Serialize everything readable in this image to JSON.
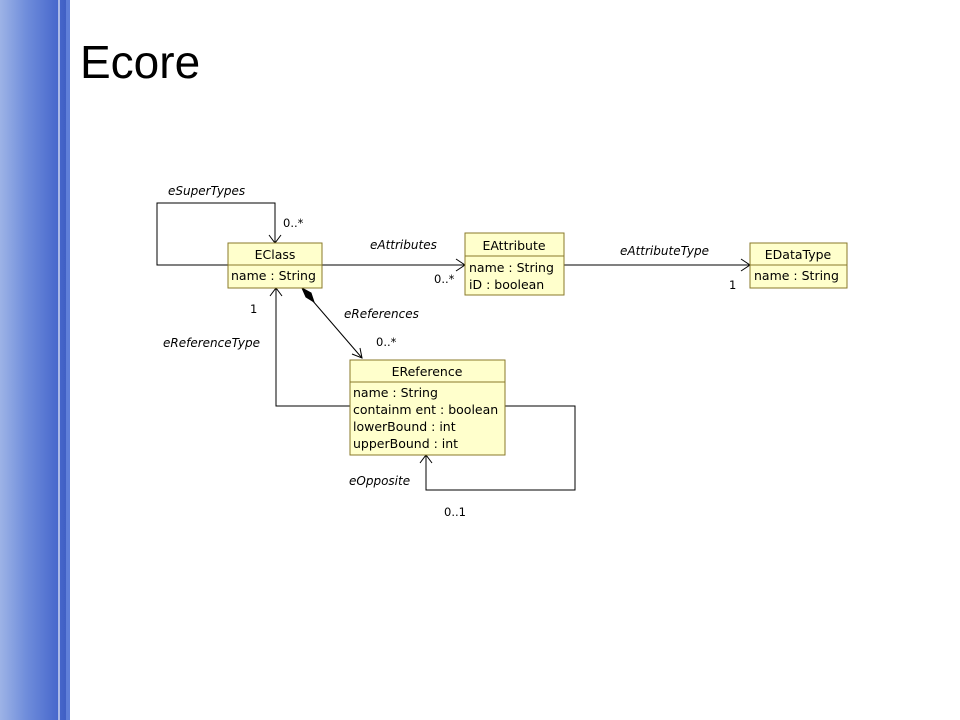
{
  "slide": {
    "title": "Ecore"
  },
  "classes": {
    "eclass": {
      "name": "EClass",
      "attributes": [
        "name : String"
      ]
    },
    "eattribute": {
      "name": "EAttribute",
      "attributes": [
        "name : String",
        "iD : boolean"
      ]
    },
    "edatatype": {
      "name": "EDataType",
      "attributes": [
        "name : String"
      ]
    },
    "ereference": {
      "name": "EReference",
      "attributes": [
        "name : String",
        "containm ent : boolean",
        "lowerBound : int",
        "upperBound : int"
      ]
    }
  },
  "associations": {
    "esupertypes": {
      "label": "eSuperTypes",
      "multiplicity": "0..*"
    },
    "eattributes": {
      "label": "eAttributes",
      "multiplicity": "0..*"
    },
    "eattributetype": {
      "label": "eAttributeType",
      "multiplicity": "1"
    },
    "ereferences": {
      "label": "eReferences",
      "multiplicity": "0..*"
    },
    "ereferencetype": {
      "label": "eReferenceType",
      "multiplicity": "1"
    },
    "eopposite": {
      "label": "eOpposite",
      "multiplicity": "0..1"
    }
  },
  "colors": {
    "class_fill": "#ffffcc",
    "class_border": "#8a7a2a",
    "line": "#000000"
  }
}
